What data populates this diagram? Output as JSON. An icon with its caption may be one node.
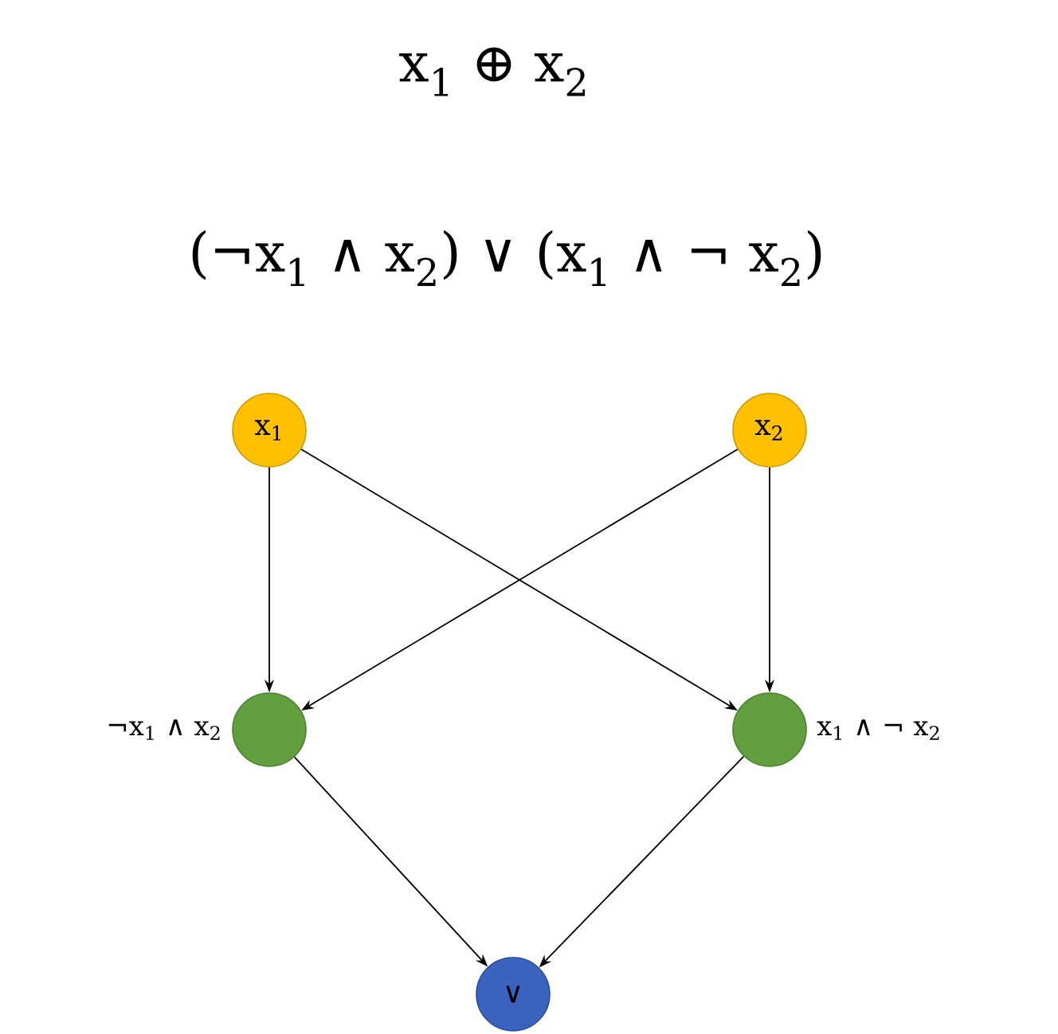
{
  "diagram": {
    "title": "x$_{1}$ ⊕ x$_{2}$",
    "nodes": [
      {
        "text": [
          "x$_{1}$"
        ]
      },
      {
        "text": [
          "x$_{2}$"
        ]
      },
      {
        "text": [],
        "shape": "circle",
        "beside": [
          "¬x$_{1}$ ∧ x$_{2}$"
        ]
      },
      {
        "text": [],
        "shape": "circle",
        "beside": [
          "x$_{1}$ ∧ ¬ x$_{2}$"
        ]
      },
      {
        "text": [
          "∨"
        ]
      }
    ],
    "edges": [
      {
        "from": 0,
        "to": 2,
        "arrow": "to"
      },
      {
        "from": 0,
        "to": 3,
        "arrow": "to"
      },
      {
        "from": 1,
        "to": 2,
        "arrow": "to"
      },
      {
        "from": 1,
        "to": 3,
        "arrow": "to"
      },
      {
        "from": 2,
        "to": 4,
        "arrow": "to"
      },
      {
        "from": 3,
        "to": 4,
        "arrow": "to"
      }
    ],
    "labels": [
      "(¬x$_{1}$ ∧ x$_{2}$) ∨ (x$_{1}$ ∧ ¬ x$_{2}$)"
    ]
  }
}
